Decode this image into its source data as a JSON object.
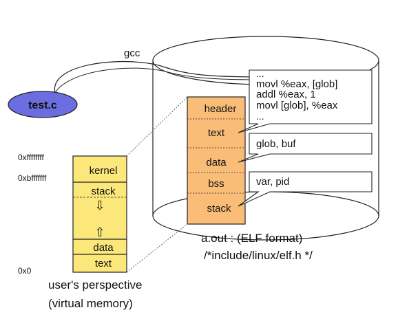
{
  "compiler_label": "gcc",
  "source_file": "test.c",
  "addresses": {
    "top": "0xffffffff",
    "kernel_start": "0xbfffffff",
    "bottom": "0x0"
  },
  "virtual_memory": {
    "kernel": "kernel",
    "stack": "stack",
    "down_arrow": "⇩",
    "up_arrow": "⇧",
    "data": "data",
    "text": "text",
    "caption_line1": "user's perspective",
    "caption_line2": "(virtual memory)"
  },
  "elf_sections": {
    "header": "header",
    "text": "text",
    "data": "data",
    "bss": "bss",
    "stack": "stack"
  },
  "callouts": {
    "code": [
      "...",
      "movl %eax, [glob]",
      "addl %eax, 1",
      "movl [glob], %eax",
      "..."
    ],
    "data_symbols": "glob, buf",
    "bss_symbols": "var, pid"
  },
  "elf_caption_line1": "a.out : (ELF format)",
  "elf_caption_line2": "/*include/linux/elf.h */",
  "colors": {
    "vm_fill": "#fce87a",
    "elf_fill": "#f9bd78",
    "ellipse_fill": "#6a6ee0",
    "stroke": "#222222"
  }
}
